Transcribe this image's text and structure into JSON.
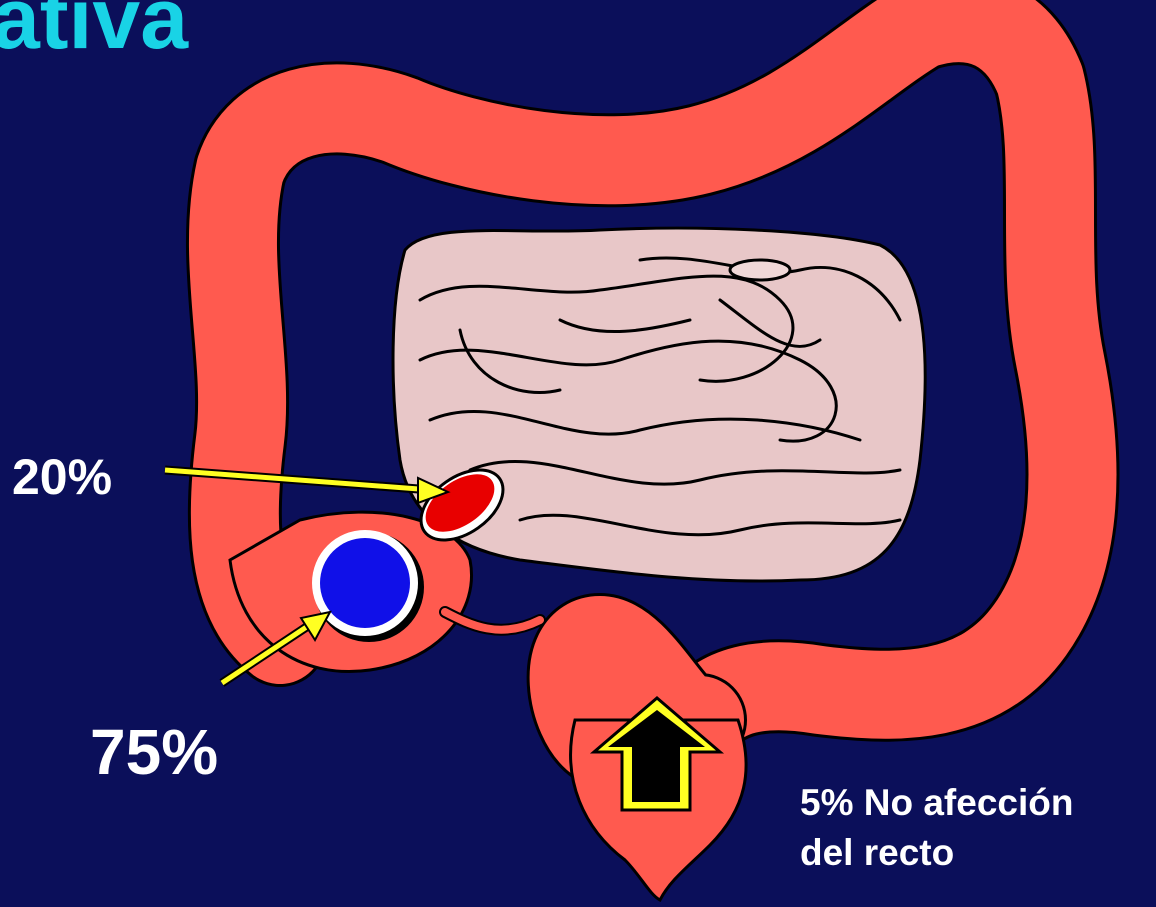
{
  "title": "ativa",
  "labels": {
    "pct_20": "20%",
    "pct_75": "75%",
    "rectum_line1": "5% No afección",
    "rectum_line2": "del recto"
  },
  "colors": {
    "background": "#0b0f5a",
    "colon": "#ff5a4f",
    "small_intestine": "#e8c7c8",
    "title": "#19d3e6",
    "arrow": "#ffff22",
    "marker_blue": "#1010e8",
    "marker_red": "#e80000"
  }
}
